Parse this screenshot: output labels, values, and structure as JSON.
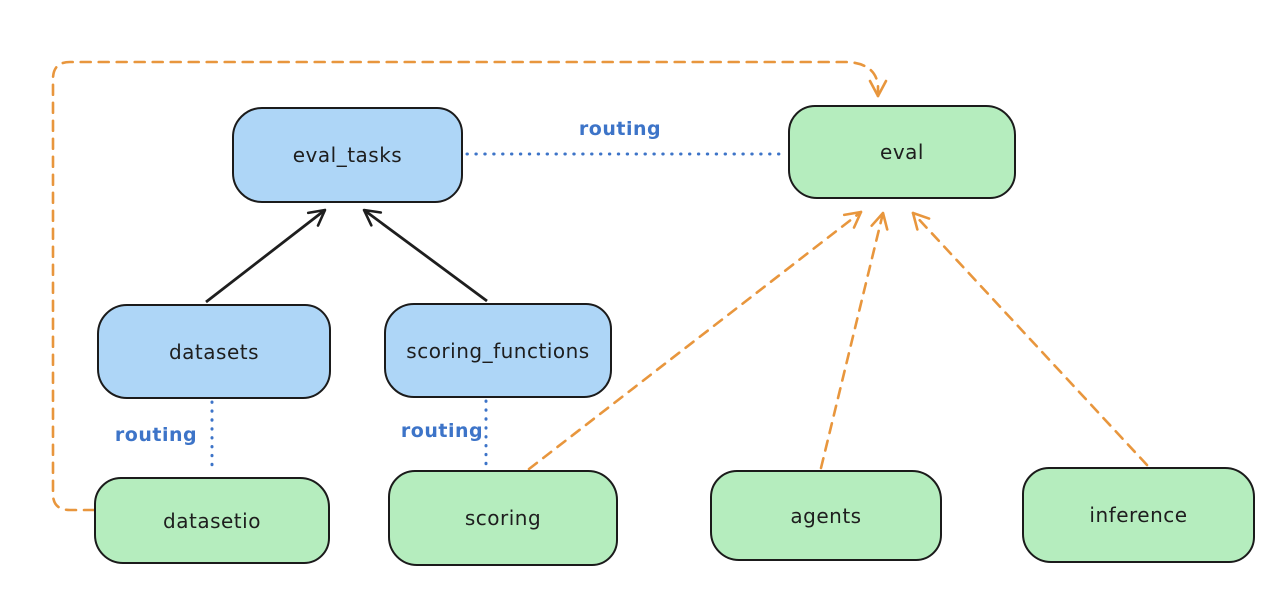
{
  "diagram": {
    "nodes": [
      {
        "id": "eval_tasks",
        "label": "eval_tasks",
        "color": "blue"
      },
      {
        "id": "eval",
        "label": "eval",
        "color": "green"
      },
      {
        "id": "datasets",
        "label": "datasets",
        "color": "blue"
      },
      {
        "id": "scoring_functions",
        "label": "scoring_functions",
        "color": "blue"
      },
      {
        "id": "datasetio",
        "label": "datasetio",
        "color": "green"
      },
      {
        "id": "scoring",
        "label": "scoring",
        "color": "green"
      },
      {
        "id": "agents",
        "label": "agents",
        "color": "green"
      },
      {
        "id": "inference",
        "label": "inference",
        "color": "green"
      }
    ],
    "edge_labels": {
      "eval_tasks_eval": "routing",
      "datasets_datasetio": "routing",
      "scoring_functions_scoring": "routing"
    },
    "colors": {
      "blue_node_fill": "#aed6f7",
      "green_node_fill": "#b5edbe",
      "node_outline": "#1b1b1b",
      "black_arrow": "#1e1e1e",
      "orange_dashed_arrow": "#e8963d",
      "routing_blue": "#3d74c8",
      "background": "#ffffff"
    }
  }
}
